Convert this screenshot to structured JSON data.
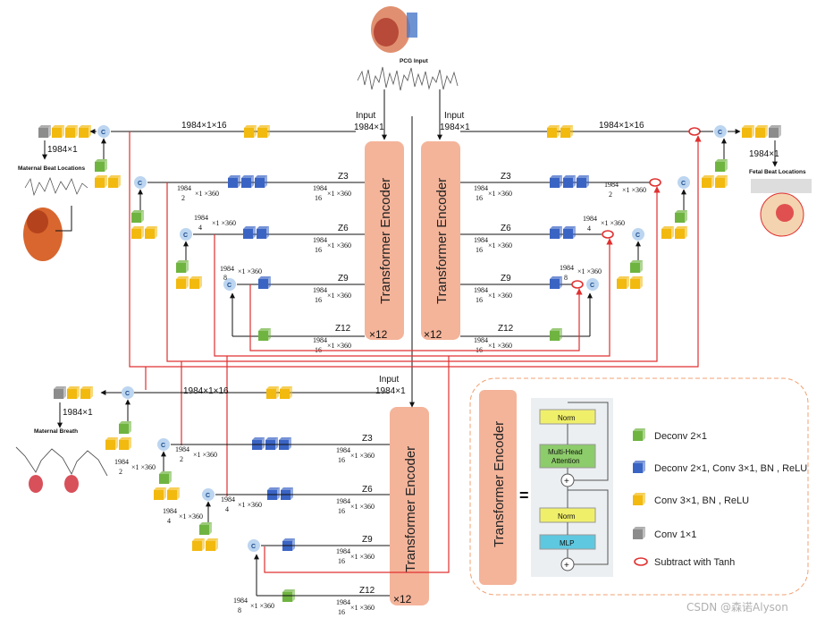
{
  "colors": {
    "green": "#6fb440",
    "blue": "#3a64c4",
    "yellow": "#f2b90f",
    "gray": "#8c8c8c",
    "encoder": "#f4b49a",
    "red": "#e03030",
    "concat": "#bcd5f0"
  },
  "top": {
    "pcg_input": "PCG Input",
    "input_label": "Input",
    "input_size": "1984×1",
    "size_16": "1984×1×16",
    "size_1": "1984×1",
    "maternal_beat": "Maternal Beat Locations",
    "fetal_beat": "Fetal Beat Locations",
    "frac_num": "1984",
    "d2": "2",
    "d4": "4",
    "d8": "8",
    "d16": "16",
    "x360": "×1 ×360",
    "z3": "Z3",
    "z6": "Z6",
    "z9": "Z9",
    "z12": "Z12",
    "times12": "×12"
  },
  "bottom": {
    "input_label": "Input",
    "input_size": "1984×1",
    "size_16": "1984×1×16",
    "size_1": "1984×1",
    "maternal_breath": "Maternal Breath",
    "times12": "×12"
  },
  "encoder_label": "Transformer Encoder",
  "concat_symbol": "C",
  "legend": {
    "equals": "=",
    "norm": "Norm",
    "mha": "Multi-Head Attention",
    "mha1": "Multi-Head",
    "mha2": "Attention",
    "mlp": "MLP",
    "plus": "+",
    "items": [
      {
        "label": "Deconv 2×1",
        "icon": "green-block"
      },
      {
        "label": "Deconv 2×1, Conv 3×1, BN , ReLU",
        "icon": "blue-block"
      },
      {
        "label": "Conv 3×1, BN , ReLU",
        "icon": "yellow-block"
      },
      {
        "label": "Conv 1×1",
        "icon": "gray-block"
      },
      {
        "label": "Subtract with Tanh",
        "icon": "subtract-icon"
      }
    ]
  },
  "watermark": "CSDN @森诺Alyson"
}
